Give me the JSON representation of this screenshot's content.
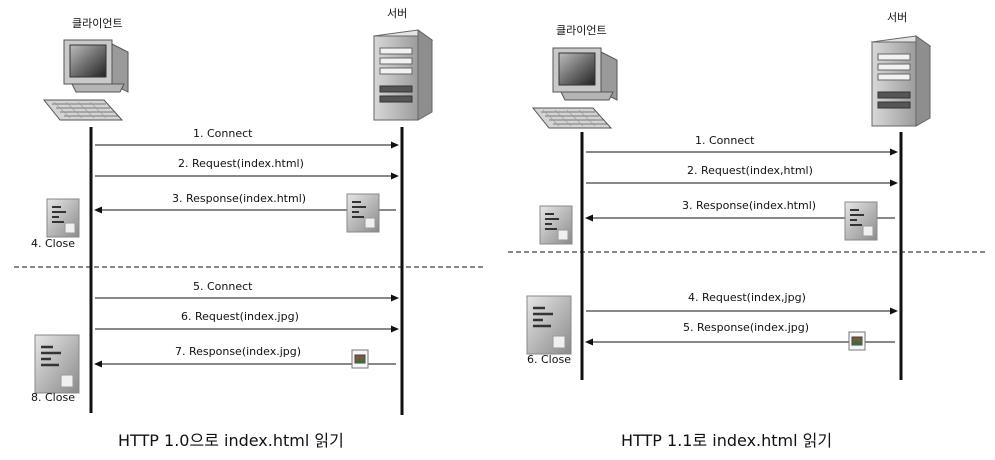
{
  "left_panel": {
    "client_label": "클라이언트",
    "server_label": "서버",
    "caption": "HTTP 1.0으로 index.html 읽기",
    "messages": {
      "m1": "1. Connect",
      "m2": "2. Request(index.html)",
      "m3": "3. Response(index.html)",
      "close1": "4. Close",
      "m5": "5. Connect",
      "m6": "6. Request(index.jpg)",
      "m7": "7. Response(index.jpg)",
      "close2": "8. Close"
    }
  },
  "right_panel": {
    "client_label": "클라이언트",
    "server_label": "서버",
    "caption": "HTTP 1.1로 index.html 읽기",
    "messages": {
      "m1": "1. Connect",
      "m2": "2. Request(index,html)",
      "m3": "3. Response(index.html)",
      "m4": "4. Request(index,jpg)",
      "m5": "5. Response(index.jpg)",
      "close": "6. Close"
    }
  }
}
